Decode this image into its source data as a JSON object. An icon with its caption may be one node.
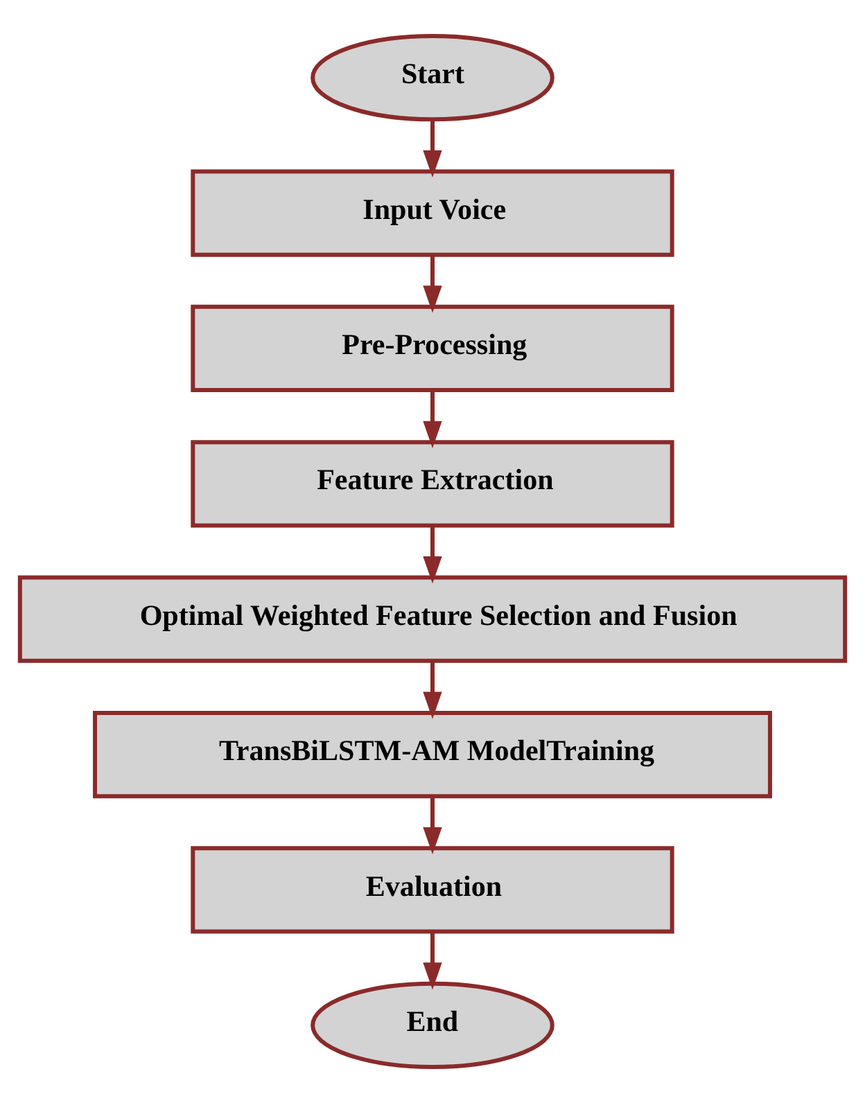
{
  "diagram": {
    "nodes": [
      {
        "text": [
          "Start"
        ]
      },
      {
        "text": [
          "Input Voice"
        ]
      },
      {
        "text": [
          "Pre-Processing"
        ]
      },
      {
        "text": [
          "Feature Extraction"
        ]
      },
      {
        "text": [
          "Optimal Weighted Feature Selection and Fusion"
        ]
      },
      {
        "text": [
          "TransBiLSTM-AM ModelTraining"
        ]
      },
      {
        "text": [
          "Evaluation"
        ]
      },
      {
        "text": [
          "End"
        ]
      }
    ],
    "edges": [
      {
        "from": 0,
        "to": 1,
        "arrow": "to"
      },
      {
        "from": 1,
        "to": 2,
        "arrow": "to"
      },
      {
        "from": 2,
        "to": 3,
        "arrow": "to"
      },
      {
        "from": 3,
        "to": 4,
        "arrow": "to"
      },
      {
        "from": 4,
        "to": 5,
        "arrow": "to"
      },
      {
        "from": 5,
        "to": 6,
        "arrow": "to"
      },
      {
        "from": 6,
        "to": 7,
        "arrow": "to"
      }
    ]
  }
}
